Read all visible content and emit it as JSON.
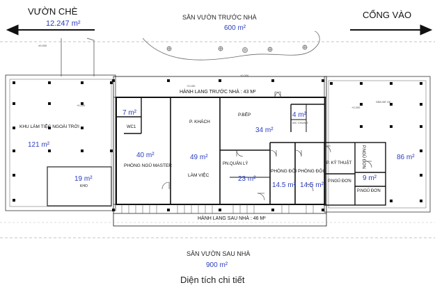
{
  "top": {
    "left_label": "VƯỜN CHÈ",
    "left_area": "12.247 m²",
    "center_label": "SÂN VƯỜN TRƯỚC NHÀ",
    "center_area": "600 m²",
    "right_label": "CỔNG VÀO"
  },
  "bottom": {
    "label": "SÂN VƯỜN SAU NHÀ",
    "area": "900 m²",
    "caption": "Diện tích chi tiết"
  },
  "rooms": {
    "front_corridor": "HÀNH LANG TRƯỚC NHÀ : 43 m²",
    "back_corridor": "HÀNH LANG SAU NHÀ : 46 m²",
    "party": {
      "name": "KHU LÀM TIỆC NGOÀI TRỜI",
      "area": "121 m²"
    },
    "storage": {
      "name": "KHO",
      "area": "19 m²"
    },
    "wc1": {
      "name": "WC1",
      "area": "7 m²"
    },
    "master": {
      "name": "PHÒNG NGỦ MASTER",
      "area": "40 m²"
    },
    "living": {
      "name": "P. KHÁCH",
      "area": "49 m²",
      "sub": "LÀM VIỆC"
    },
    "kitchen": {
      "name": "P.BẾP",
      "area": "34 m²"
    },
    "wc2": {
      "name": "WC CHUNG",
      "area": "4 m²"
    },
    "manager": {
      "name": "PN.QUẢN LÝ",
      "area": "23 m²"
    },
    "double1": {
      "name": "PHÒNG ĐÔI",
      "area": "14.5 m²"
    },
    "double2": {
      "name": "PHÒNG ĐÔI",
      "area": "14.5 m²"
    },
    "tech": {
      "name": "P. KỸ THUẬT"
    },
    "single_v": {
      "name": "P.NGỦ ĐƠN"
    },
    "single_a": {
      "name": "P.NGỦ ĐƠN",
      "area": "9 m²"
    },
    "single_b": {
      "name": "P.NGỦ ĐƠN"
    },
    "yard_right": {
      "name": "SÂN ĐỂ XE",
      "area": "86 m²"
    }
  },
  "levels": {
    "l1": "±0.000",
    "l2": "+0.200",
    "l3": "+0.150"
  }
}
